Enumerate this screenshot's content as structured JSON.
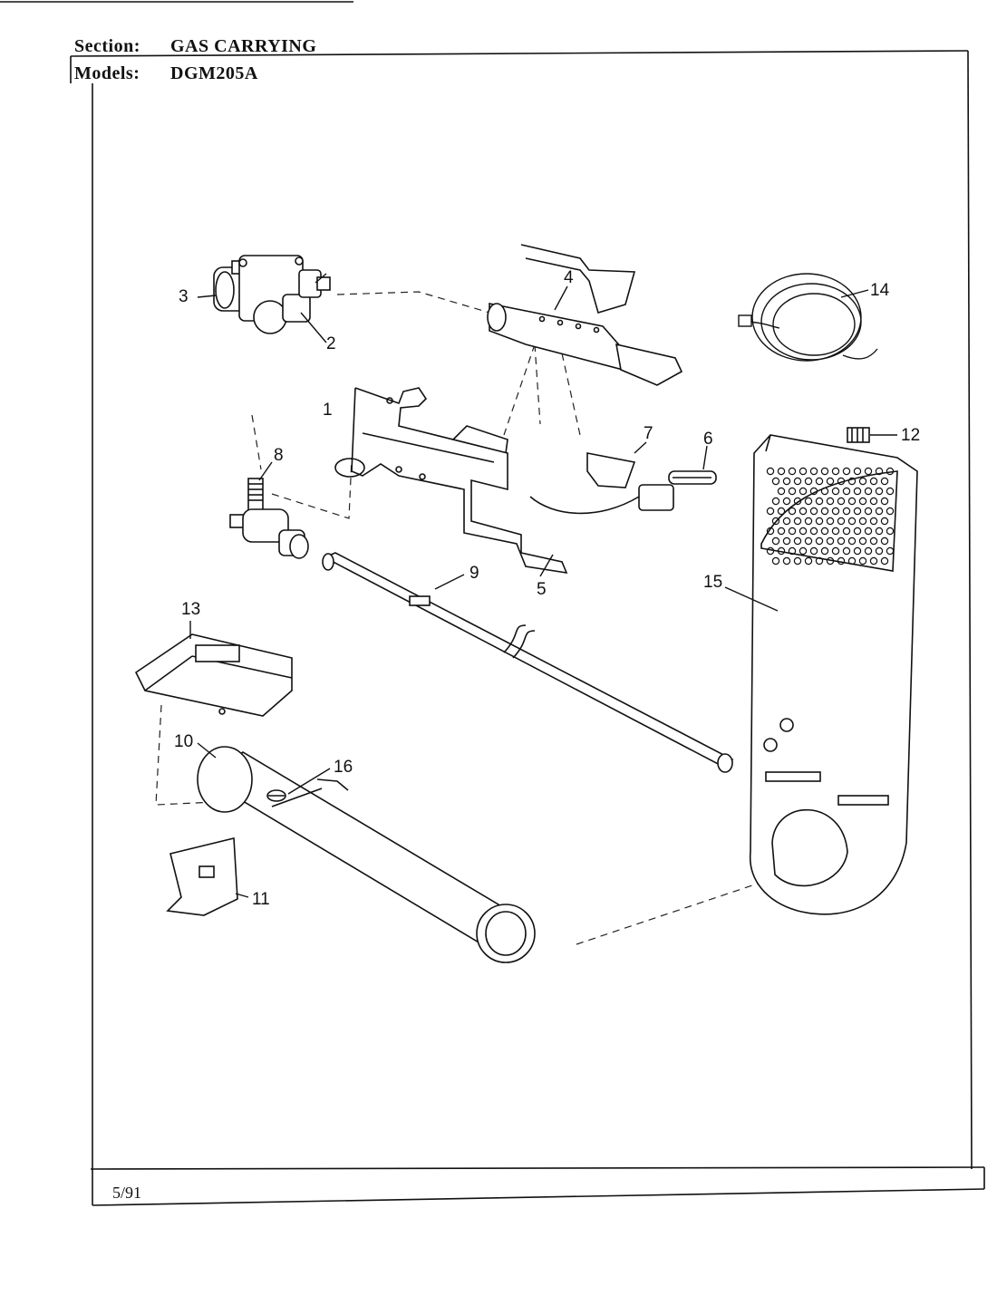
{
  "header": {
    "section_label": "Section:",
    "section_value": "GAS CARRYING",
    "models_label": "Models:",
    "models_value": "DGM205A"
  },
  "footer": {
    "date": "5/91"
  },
  "callouts": [
    {
      "id": "1",
      "text": "1"
    },
    {
      "id": "2",
      "text": "2"
    },
    {
      "id": "3",
      "text": "3"
    },
    {
      "id": "4",
      "text": "4"
    },
    {
      "id": "5",
      "text": "5"
    },
    {
      "id": "6",
      "text": "6"
    },
    {
      "id": "7",
      "text": "7"
    },
    {
      "id": "8",
      "text": "8"
    },
    {
      "id": "9",
      "text": "9"
    },
    {
      "id": "10",
      "text": "10"
    },
    {
      "id": "11",
      "text": "11"
    },
    {
      "id": "12",
      "text": "12"
    },
    {
      "id": "13",
      "text": "13"
    },
    {
      "id": "14",
      "text": "14"
    },
    {
      "id": "15",
      "text": "15"
    },
    {
      "id": "16",
      "text": "16"
    }
  ]
}
